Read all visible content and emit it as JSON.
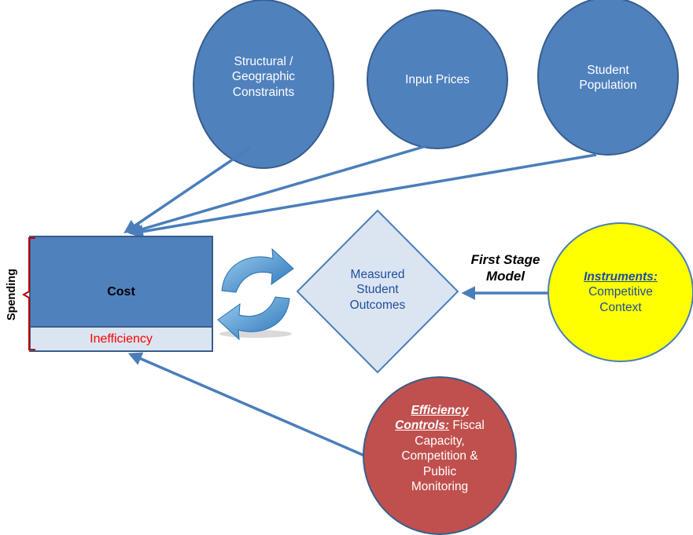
{
  "colors": {
    "node_blue": "#4f81bd",
    "node_border": "#385d8a",
    "arrow": "#4a7ebb",
    "diamond_fill": "#dbe5f1",
    "diamond_text": "#1f4e9c",
    "instruments_fill": "#ffff00",
    "efficiency_fill": "#c0504d",
    "inefficiency_fill": "#dbe5f1",
    "inefficiency_text": "#ff0000",
    "bracket": "#c00000"
  },
  "nodes": {
    "structural": {
      "line1": "Structural /",
      "line2": "Geographic",
      "line3": "Constraints"
    },
    "input_prices": {
      "label": "Input Prices"
    },
    "student_population": {
      "line1": "Student",
      "line2": "Population"
    },
    "instruments": {
      "heading": "Instruments:",
      "line1": "Competitive",
      "line2": "Context"
    },
    "efficiency": {
      "heading1": "Efficiency",
      "heading2": "Controls:",
      "text1": " Fiscal",
      "line2": "Capacity,",
      "line3": "Competition &",
      "line4": "Public",
      "line5": "Monitoring"
    },
    "outcomes": {
      "line1": "Measured",
      "line2": "Student",
      "line3": "Outcomes"
    }
  },
  "cost_box": {
    "cost_label": "Cost",
    "inefficiency_label": "Inefficiency"
  },
  "spending_label": "Spending",
  "first_stage": {
    "line1": "First Stage",
    "line2": "Model"
  },
  "cycle_icon": "refresh-arrows-icon"
}
